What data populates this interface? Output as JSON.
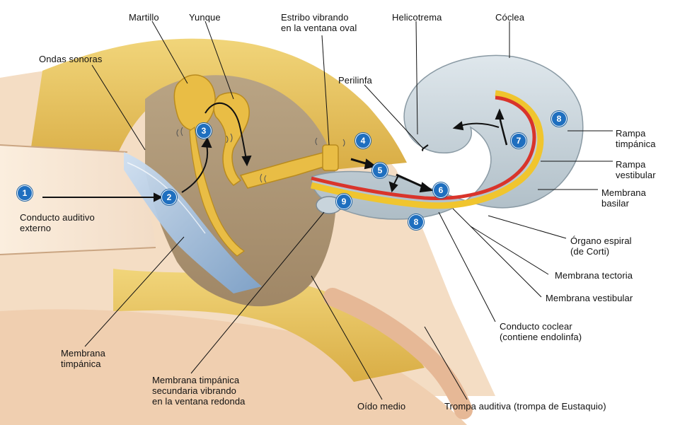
{
  "labels": {
    "martillo": "Martillo",
    "yunque": "Yunque",
    "estribo": "Estribo vibrando\nen la ventana oval",
    "helicotrema": "Helicotrema",
    "coclea": "Cóclea",
    "ondas": "Ondas sonoras",
    "perilinfa": "Perilinfa",
    "rampa_timpanica": "Rampa\ntimpánica",
    "rampa_vestibular": "Rampa\nvestibular",
    "membrana_basilar": "Membrana\nbasilar",
    "conducto_auditivo": "Conducto auditivo\nexterno",
    "organo_espiral": "Órgano espiral\n(de Corti)",
    "membrana_tectoria": "Membrana tectoria",
    "membrana_vestibular": "Membrana vestibular",
    "conducto_coclear": "Conducto coclear\n(contiene endolinfa)",
    "membrana_timpanica": "Membrana\ntimpánica",
    "membrana_secundaria": "Membrana timpánica\nsecundaria vibrando\nen la ventana redonda",
    "oido_medio": "Oído medio",
    "trompa": "Trompa auditiva (trompa de Eustaquio)"
  },
  "steps": {
    "s1": "1",
    "s2": "2",
    "s3": "3",
    "s4": "4",
    "s5": "5",
    "s6": "6",
    "s7": "7",
    "s8a": "8",
    "s8b": "8",
    "s9": "9"
  },
  "colors": {
    "bone": "#e8c45a",
    "step_marker": "#1f6fbf",
    "membrane_red": "#d9342b",
    "cochlea": "#c3cfd6"
  }
}
